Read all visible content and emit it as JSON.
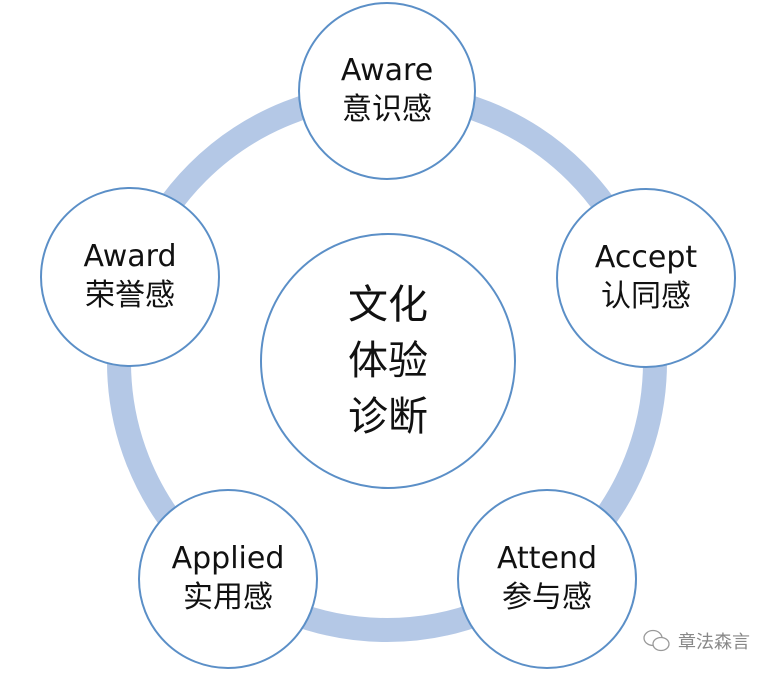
{
  "center": {
    "lines": [
      "文化",
      "体验",
      "诊断"
    ]
  },
  "nodes": [
    {
      "en": "Aware",
      "cn": "意识感"
    },
    {
      "en": "Accept",
      "cn": "认同感"
    },
    {
      "en": "Attend",
      "cn": "参与感"
    },
    {
      "en": "Applied",
      "cn": "实用感"
    },
    {
      "en": "Award",
      "cn": "荣誉感"
    }
  ],
  "watermark": {
    "text": "章法森言",
    "icon": "wechat-icon"
  },
  "colors": {
    "ring": "#b4c8e6",
    "border": "#5b8fc7"
  }
}
